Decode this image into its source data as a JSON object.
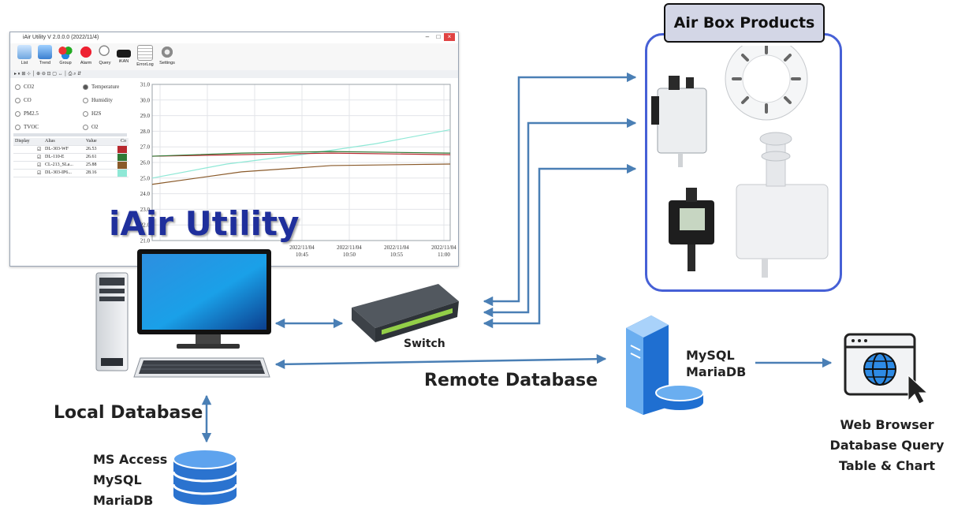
{
  "app_window": {
    "title": "iAir Utility V 2.0.0.0 (2022/11/4)",
    "ribbon": [
      "List",
      "Trend",
      "Group",
      "Alarm",
      "Query",
      "iKAN",
      "ErrorLog",
      "Settings"
    ],
    "params_left": [
      "CO2",
      "CO",
      "PM2.5",
      "TVOC"
    ],
    "params_right": [
      "Temperature",
      "Humidity",
      "H2S",
      "O2"
    ],
    "grid_headers": [
      "Display",
      "Alias",
      "Value",
      "Co"
    ],
    "grid_rows": [
      {
        "alias": "DL-303-WF",
        "value": "26.53",
        "color": "#b8292f"
      },
      {
        "alias": "DL-110-E",
        "value": "26.61",
        "color": "#2f7a36"
      },
      {
        "alias": "CL-213_SLa...",
        "value": "25.88",
        "color": "#8a5a2a"
      },
      {
        "alias": "DL-303-IP6...",
        "value": "28.16",
        "color": "#8fe8d6"
      }
    ],
    "y_ticks": [
      "31.0",
      "30.0",
      "29.0",
      "28.0",
      "27.0",
      "26.0",
      "25.0",
      "24.0",
      "23.0",
      "22.0",
      "21.0"
    ],
    "x_ticks": [
      {
        "d": "2022/11/04",
        "t": "10:45"
      },
      {
        "d": "2022/11/04",
        "t": "10:50"
      },
      {
        "d": "2022/11/04",
        "t": "10:55"
      },
      {
        "d": "2022/11/04",
        "t": "11:00"
      }
    ]
  },
  "title": "iAir Utility",
  "switch_label": "Switch",
  "air_box_title": "Air Box Products",
  "remote_db_label": "Remote Database",
  "remote_db_engines": [
    "MySQL",
    "MariaDB"
  ],
  "local_db_label": "Local Database",
  "local_db_engines": [
    "MS Access",
    "MySQL",
    "MariaDB"
  ],
  "web_lines": [
    "Web Browser",
    "Database Query",
    "Table & Chart"
  ],
  "colors": {
    "arrow": "#4a7fb5",
    "accent": "#4660d6",
    "title": "#1f2f9c"
  }
}
